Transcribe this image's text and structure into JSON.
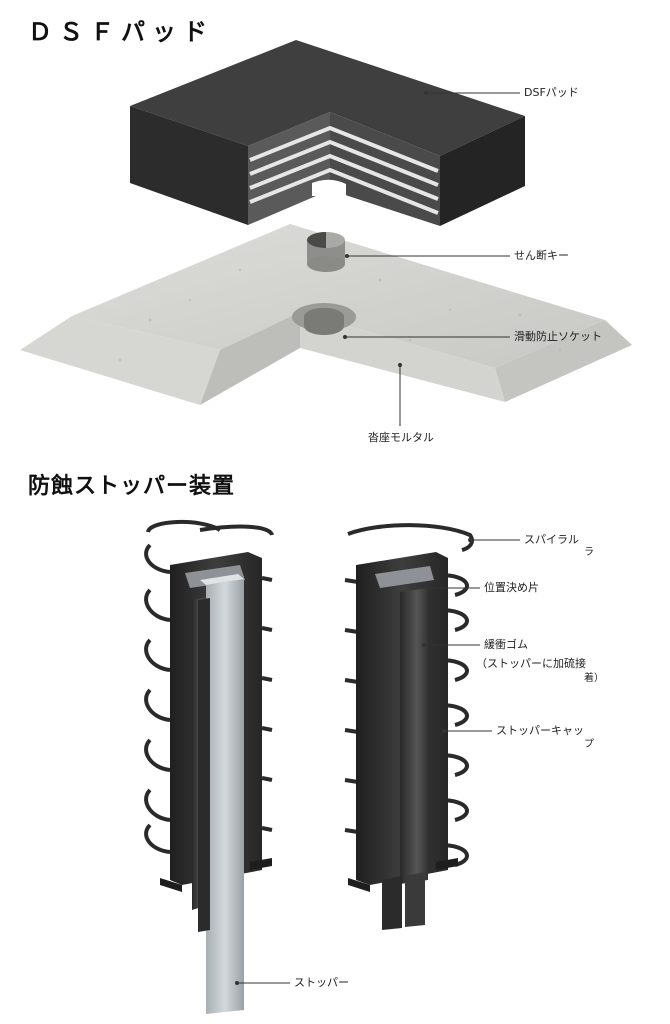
{
  "section1": {
    "title": "ＤＳＦパッド",
    "labels": {
      "pad": "DSFパッド",
      "shear_key": "せん断キー",
      "socket": "滑動防止ソケット",
      "mortar": "沓座モルタル"
    }
  },
  "section2": {
    "title": "防蝕ストッパー装置",
    "labels": {
      "spiral_a": "スパイラル",
      "spiral_b": "ラ",
      "position_piece": "位置決め片",
      "rubber": "緩衝ゴム",
      "rubber_note_a": "（ストッパーに加硫接",
      "rubber_note_b": "着）",
      "cap_a": "ストッパーキャッ",
      "cap_b": "プ",
      "stopper": "ストッパー"
    }
  },
  "colors": {
    "pad_dark": "#3c3c3c",
    "concrete": "#cfcfcc",
    "steel_light": "#bfc5c9",
    "steel_dark": "#2f2f2f"
  }
}
